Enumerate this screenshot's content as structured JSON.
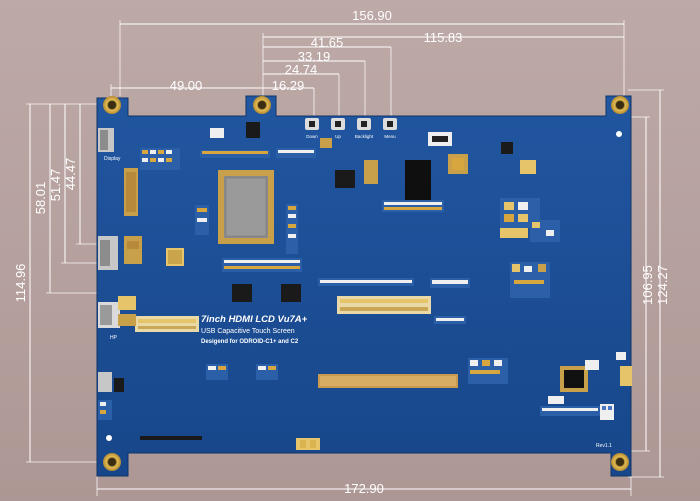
{
  "dimensions": {
    "width_overall": "172.90",
    "hole_spacing_top": "156.90",
    "d_115_83": "115.83",
    "d_41_65": "41.65",
    "d_33_19": "33.19",
    "d_24_74": "24.74",
    "d_16_29": "16.29",
    "d_49_00": "49.00",
    "left_114_96": "114.96",
    "left_58_01": "58.01",
    "left_51_47": "51.47",
    "left_44_47": "44.47",
    "right_124_27": "124.27",
    "right_106_95": "106.95"
  },
  "board": {
    "title": "7inch HDMI LCD Vu7A+",
    "subtitle": "USB Capacitive Touch Screen",
    "designed_for": "Desigend for ODROID-C1+ and C2",
    "display_label": "Display",
    "hp_label": "HP",
    "rev_label": "Rev1.1",
    "button_labels": [
      "Down",
      "Up",
      "Backlight",
      "Menu"
    ],
    "colors": {
      "board": "#1e4f96",
      "board_dark": "#16407f",
      "pad": "#c9a04a",
      "silk": "#ffffff"
    }
  }
}
